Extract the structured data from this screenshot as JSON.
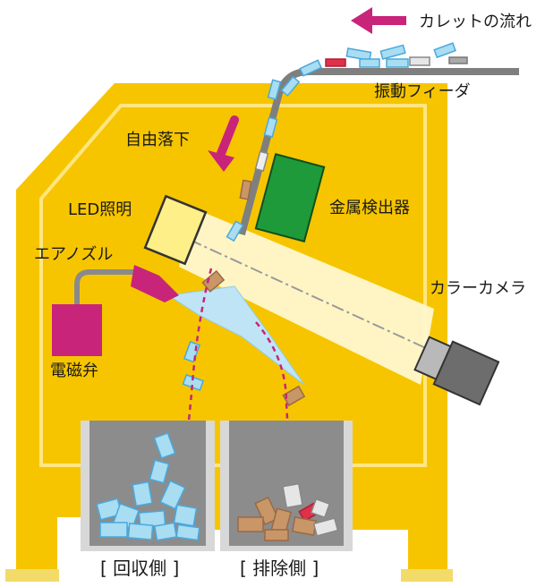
{
  "labels": {
    "cullet_flow": "カレットの流れ",
    "vibratory_feeder": "振動フィーダ",
    "free_fall": "自由落下",
    "led_light": "LED照明",
    "metal_detector": "金属検出器",
    "air_nozzle": "エアノズル",
    "color_camera": "カラーカメラ",
    "solenoid_valve": "電磁弁",
    "recovery_side": "[ 回収側 ]",
    "reject_side": "[ 排除側 ]"
  },
  "colors": {
    "frame_yellow": "#f6c500",
    "frame_inner_line": "#ffe680",
    "magenta": "#c8247a",
    "detector_green": "#1f9a3a",
    "cullet_blue": "#a9ddf2",
    "cullet_outline": "#4aa8dd",
    "cullet_brown": "#c99668",
    "cullet_red": "#e0304a",
    "bin_gray": "#8c8c8c",
    "camera_gray": "#6d6d6d",
    "light_beam": "#fff8cf",
    "air_blast": "#bfe4f5"
  }
}
